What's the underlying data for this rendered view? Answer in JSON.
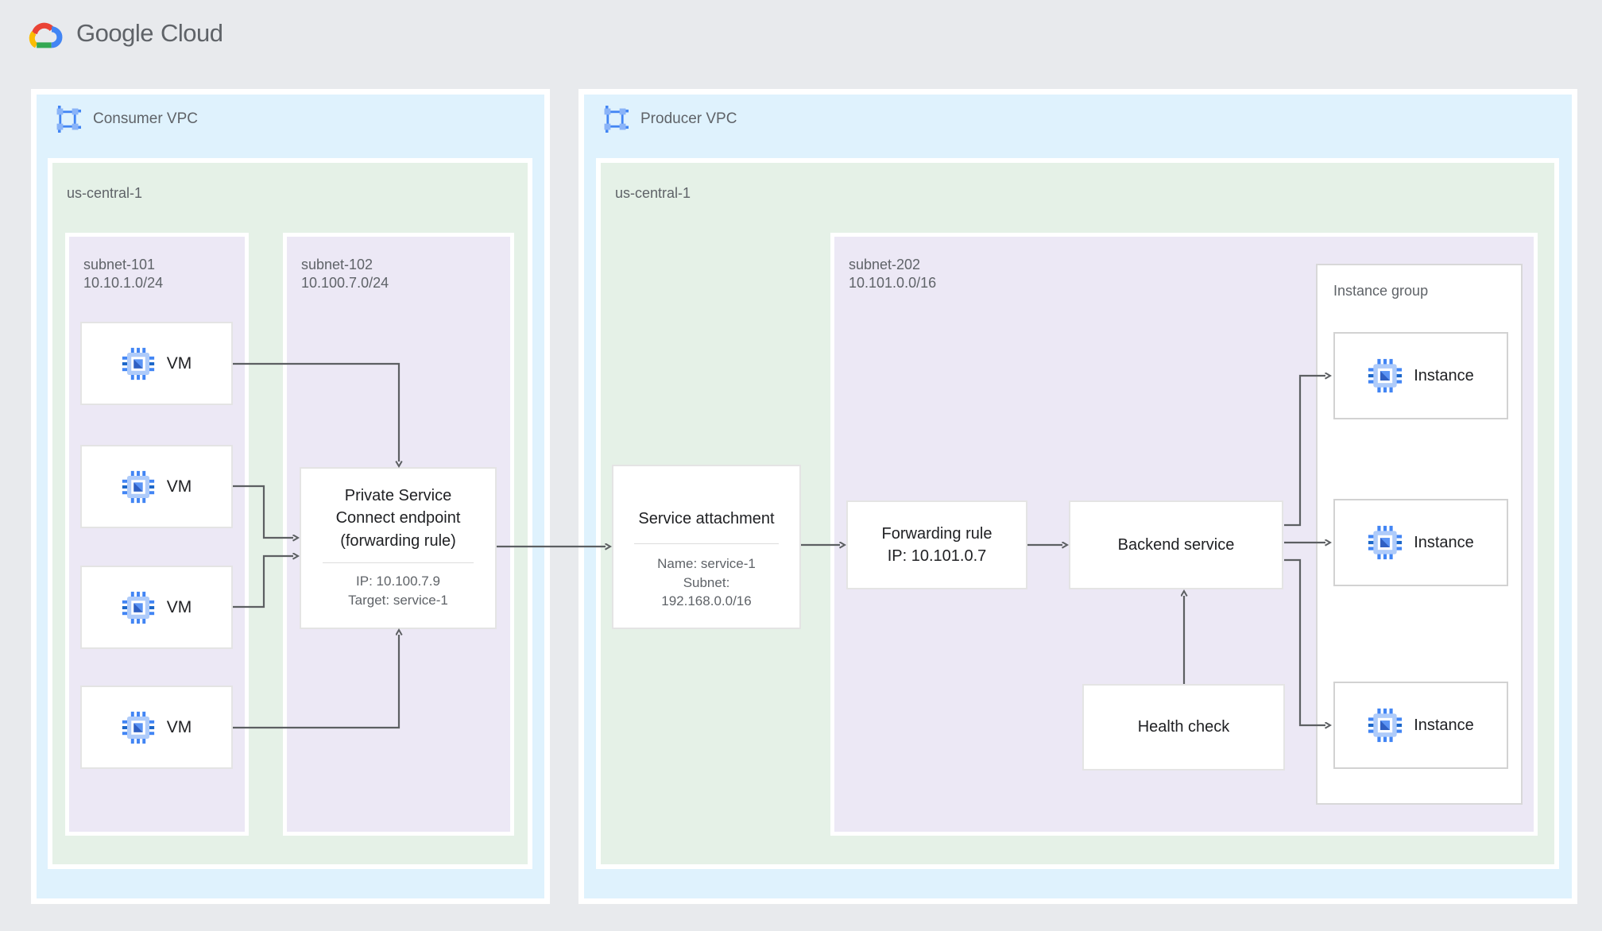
{
  "header": {
    "logo_google": "Google",
    "logo_cloud": "Cloud"
  },
  "consumer_vpc": {
    "label": "Consumer VPC",
    "region": {
      "label": "us-central-1"
    },
    "subnet101": {
      "name": "subnet-101",
      "cidr": "10.10.1.0/24",
      "vms": [
        "VM",
        "VM",
        "VM",
        "VM"
      ]
    },
    "subnet102": {
      "name": "subnet-102",
      "cidr": "10.100.7.0/24",
      "psc": {
        "title_lines": [
          "Private Service",
          "Connect endpoint",
          "(forwarding rule)"
        ],
        "ip": "IP: 10.100.7.9",
        "target": "Target: service-1"
      }
    }
  },
  "producer_vpc": {
    "label": "Producer VPC",
    "region": {
      "label": "us-central-1"
    },
    "service_attachment": {
      "title": "Service attachment",
      "name": "Name: service-1",
      "subnet_label": "Subnet:",
      "subnet_cidr": "192.168.0.0/16"
    },
    "subnet202": {
      "name": "subnet-202",
      "cidr": "10.101.0.0/16",
      "forwarding_rule": {
        "line1": "Forwarding rule",
        "line2": "IP: 10.101.0.7"
      },
      "backend_service": {
        "label": "Backend service"
      },
      "health_check": {
        "label": "Health check"
      },
      "instance_group": {
        "label": "Instance group",
        "instances": [
          "Instance",
          "Instance",
          "Instance"
        ]
      }
    }
  },
  "colors": {
    "page_bg": "#e8eaed",
    "vpc_bg": "#dff2fd",
    "region_bg": "#e5f1e7",
    "subnet_bg": "#ece8f5",
    "arrow": "#5c5f62",
    "text_dark": "#202124",
    "text_gray": "#5f6368",
    "google_blue": "#4285f4",
    "google_red": "#ea4335",
    "google_yellow": "#fbbc04",
    "google_green": "#34a853"
  }
}
